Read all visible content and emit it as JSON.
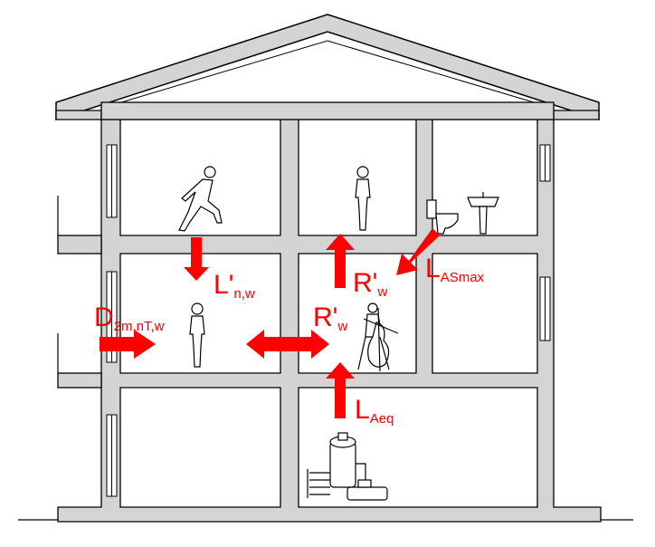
{
  "colors": {
    "wall_fill": "#d4d4d4",
    "outline": "#000000",
    "arrow": "#ff0000",
    "background": "#ffffff"
  },
  "labels": {
    "impact": {
      "main": "L'",
      "sub": "n,w"
    },
    "facade": {
      "main": "D",
      "sub": "2m,nT,w"
    },
    "airborne_horizontal": {
      "main": "R'",
      "sub": "w"
    },
    "airborne_vertical": {
      "main": "R'",
      "sub": "w"
    },
    "service_max": {
      "main": "L",
      "sub": "ASmax"
    },
    "service_eq": {
      "main": "L",
      "sub": "Aeq"
    }
  },
  "icons": {
    "walking_person": "walking-person-icon",
    "standing_person_top": "standing-person-icon",
    "toilet": "toilet-icon",
    "washbasin": "washbasin-icon",
    "standing_person_mid": "standing-person-icon",
    "cellist": "cellist-icon",
    "boiler": "boiler-icon"
  }
}
